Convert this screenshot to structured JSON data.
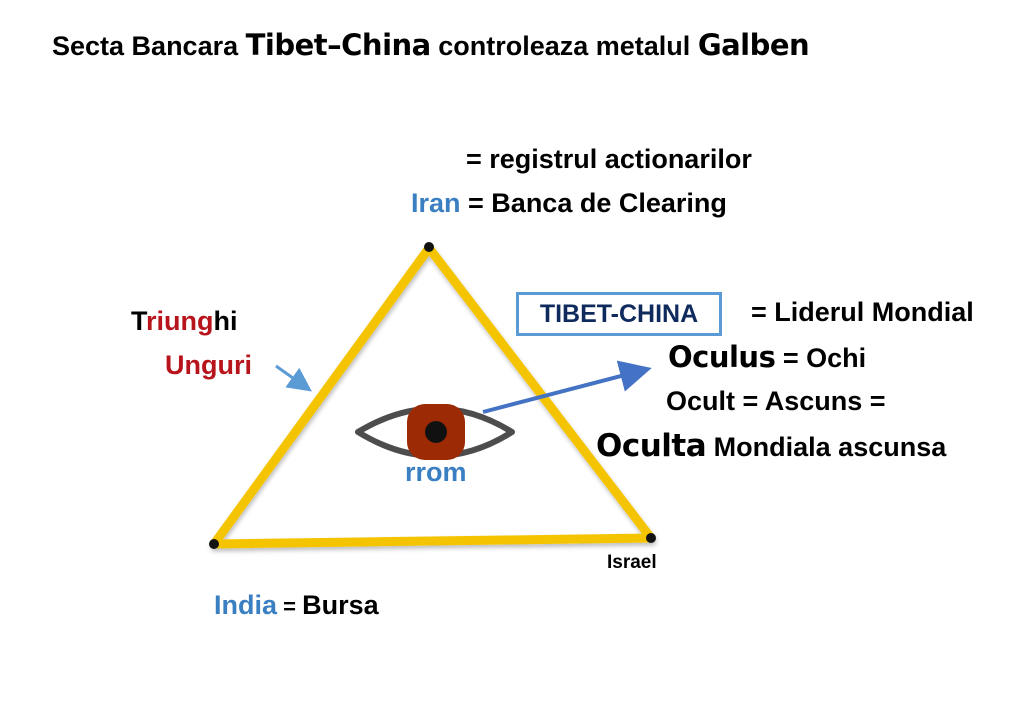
{
  "title": {
    "part1": "Secta Bancara ",
    "part2_emph": "Tibet–China",
    "part3": " controleaza metalul ",
    "part4_emph": "Galben"
  },
  "apex": {
    "registru": "= registrul actionarilor",
    "iran_label": "Iran",
    "iran_desc": " = Banca de Clearing"
  },
  "leader": {
    "box_label": "TIBET-CHINA",
    "box_desc": "= Liderul Mondial",
    "oculus_word": "Oculus",
    "oculus_desc": " = Ochi",
    "ocult_line": "Ocult = Ascuns =",
    "oculta_word": "Oculta",
    "oculta_desc": " Mondiala ascunsa"
  },
  "side_label": {
    "triunghi_t": "T",
    "triunghi_riung": "riung",
    "triunghi_hi": "hi",
    "unguri": "Unguri"
  },
  "eye_label": "rrom",
  "corner_right": "Israel",
  "corner_left": {
    "label": "India",
    "eq": " = ",
    "desc": "Bursa"
  },
  "colors": {
    "triangle": "#f5c400",
    "accent_blue": "#3a7fc1",
    "accent_red": "#b8141c",
    "box_border": "#5b9bd5",
    "iris": "#9c2a05",
    "eye_outline": "#4d4d4d",
    "arrow": "#4472c4"
  }
}
